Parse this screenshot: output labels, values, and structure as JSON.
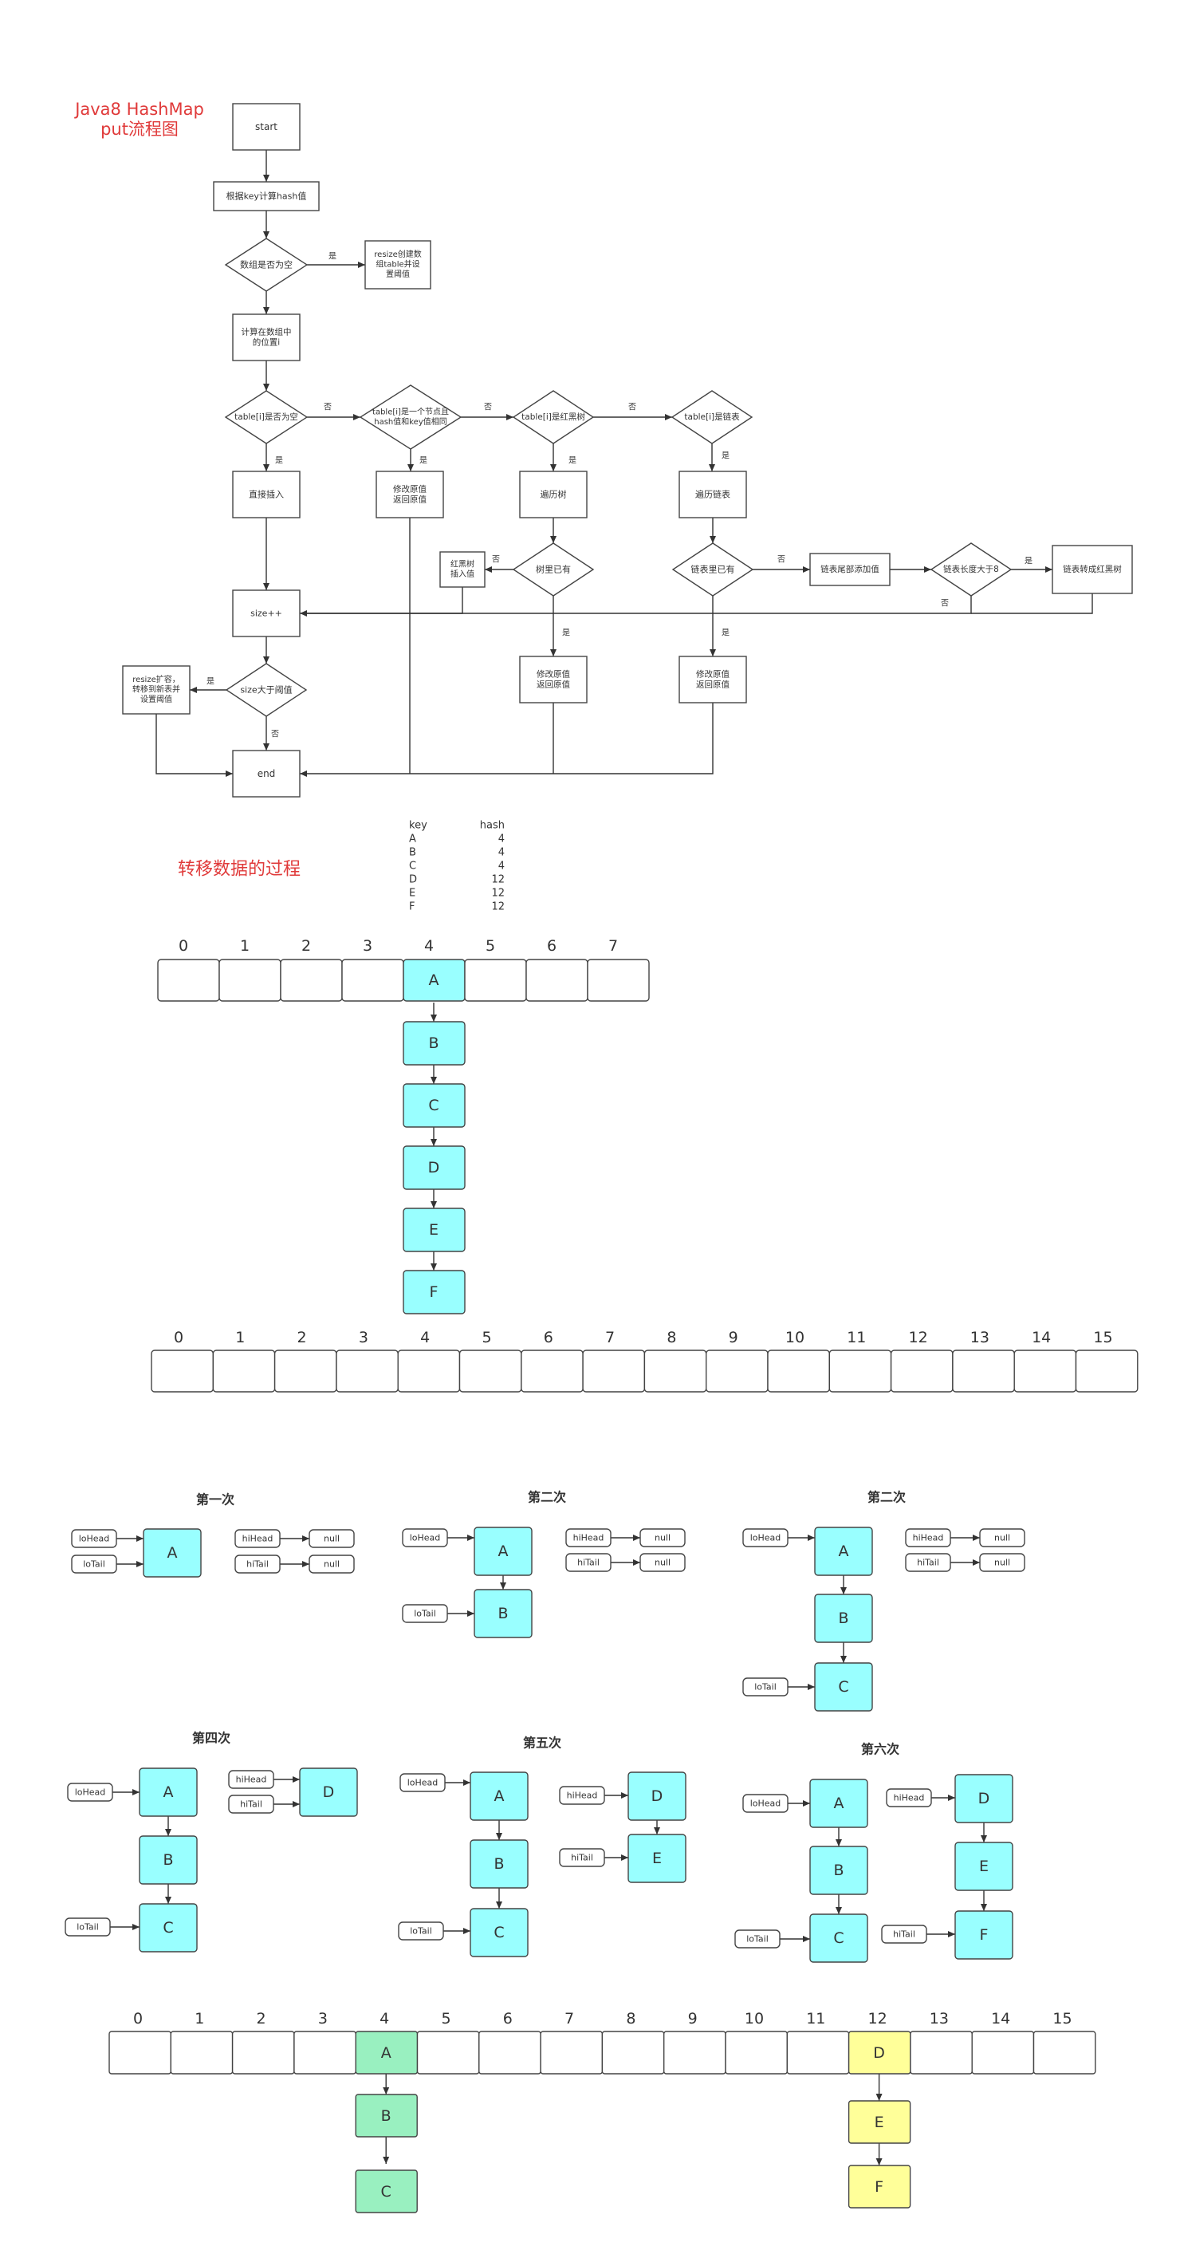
{
  "flowchart": {
    "title_line1": "Java8 HashMap",
    "title_line2": "put流程图",
    "start": "start",
    "compute_hash": "根据key计算hash值",
    "array_empty": "数组是否为空",
    "resize_init": [
      "resize创建数",
      "组table并设",
      "置阈值"
    ],
    "compute_index": [
      "计算在数组中",
      "的位置i"
    ],
    "table_i_empty": "table[i]是否为空",
    "table_i_first": [
      "table[i]是一个节点且",
      "hash值和key值相同"
    ],
    "is_tree": "table[i]是红黑树",
    "is_list": "table[i]是链表",
    "direct_insert": "直接插入",
    "modify_return_1": [
      "修改原值",
      "返回原值"
    ],
    "traverse_tree": "遍历树",
    "traverse_list": "遍历链表",
    "tree_exists": "树里已有",
    "list_exists": "链表里已有",
    "tree_insert": [
      "红黑树",
      "插入值"
    ],
    "list_append": "链表尾部添加值",
    "list_len": "链表长度大于8",
    "to_tree": "链表转成红黑树",
    "size_inc": "size++",
    "size_gt": "size大于阈值",
    "resize_expand": [
      "resize扩容，",
      "转移到新表并",
      "设置阈值"
    ],
    "modify_return_2": [
      "修改原值",
      "返回原值"
    ],
    "modify_return_3": [
      "修改原值",
      "返回原值"
    ],
    "end": "end",
    "yes": "是",
    "no": "否"
  },
  "transfer": {
    "title": "转移数据的过程",
    "table_headers": [
      "key",
      "hash"
    ],
    "table_rows": [
      [
        "A",
        "4"
      ],
      [
        "B",
        "4"
      ],
      [
        "C",
        "4"
      ],
      [
        "D",
        "12"
      ],
      [
        "E",
        "12"
      ],
      [
        "F",
        "12"
      ]
    ],
    "old_indices": [
      "0",
      "1",
      "2",
      "3",
      "4",
      "5",
      "6",
      "7"
    ],
    "new_indices": [
      "0",
      "1",
      "2",
      "3",
      "4",
      "5",
      "6",
      "7",
      "8",
      "9",
      "10",
      "11",
      "12",
      "13",
      "14",
      "15"
    ],
    "chain": [
      "A",
      "B",
      "C",
      "D",
      "E",
      "F"
    ]
  },
  "steps": {
    "titles": [
      "第一次",
      "第二次",
      "第二次",
      "第四次",
      "第五次",
      "第六次"
    ],
    "lo_head": "loHead",
    "lo_tail": "loTail",
    "hi_head": "hiHead",
    "hi_tail": "hiTail",
    "null": "null"
  },
  "final": {
    "indices": [
      "0",
      "1",
      "2",
      "3",
      "4",
      "5",
      "6",
      "7",
      "8",
      "9",
      "10",
      "11",
      "12",
      "13",
      "14",
      "15"
    ],
    "lo_chain": [
      "A",
      "B",
      "C"
    ],
    "hi_chain": [
      "D",
      "E",
      "F"
    ]
  },
  "colors": {
    "title_red": "#e03a3a",
    "cyan": "#99ffff",
    "green": "#99f0c0",
    "yellow": "#ffff99",
    "stroke": "#444444"
  }
}
